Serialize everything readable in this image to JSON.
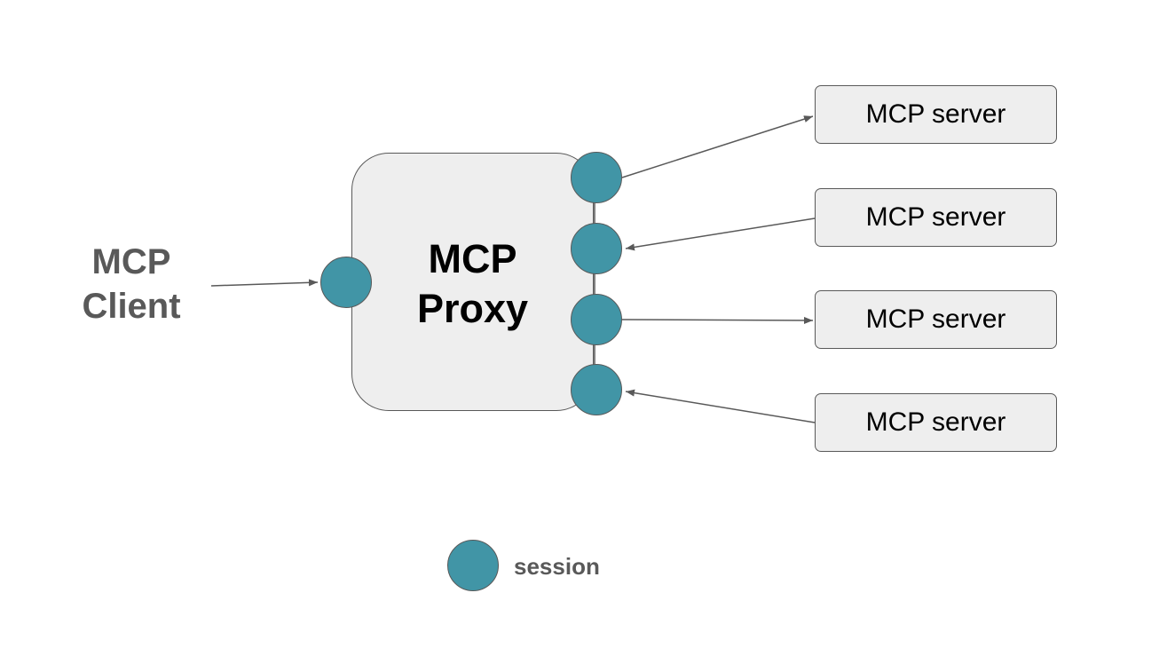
{
  "client": {
    "line1": "MCP",
    "line2": "Client"
  },
  "proxy": {
    "line1": "MCP",
    "line2": "Proxy"
  },
  "servers": [
    {
      "label": "MCP server",
      "direction": "outgoing"
    },
    {
      "label": "MCP server",
      "direction": "incoming"
    },
    {
      "label": "MCP server",
      "direction": "outgoing"
    },
    {
      "label": "MCP server",
      "direction": "incoming"
    }
  ],
  "legend": {
    "label": "session",
    "icon": "session-circle-icon"
  },
  "colors": {
    "session_fill": "#4195a6",
    "box_fill": "#eeeeee",
    "stroke": "#595959",
    "label_gray": "#595959"
  }
}
